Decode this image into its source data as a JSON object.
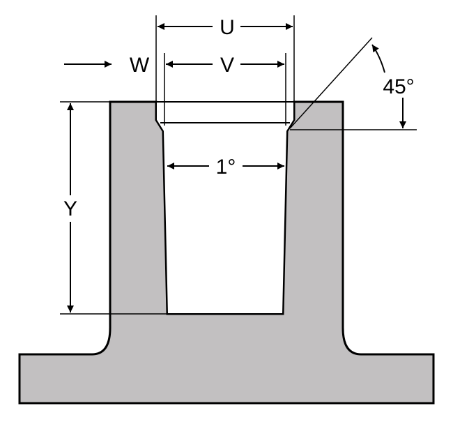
{
  "colors": {
    "part_fill": "#c2c0c1",
    "stroke": "#000000",
    "background": "#ffffff"
  },
  "labels": {
    "u": "U",
    "v": "V",
    "w": "W",
    "y": "Y",
    "taper": "1°",
    "chamfer": "45°"
  }
}
